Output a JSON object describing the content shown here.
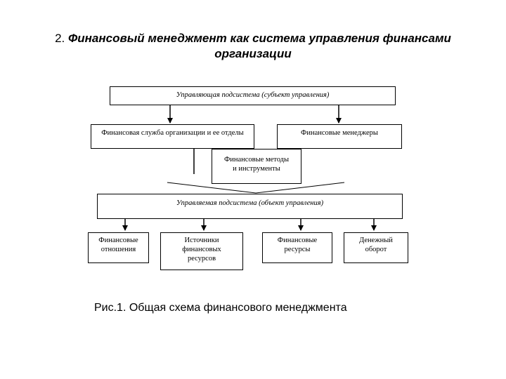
{
  "title": {
    "number": "2.",
    "line1": "Финансовый менеджмент как система управления финансами",
    "line2": "организации"
  },
  "diagram": {
    "control_subsystem": "Управляющая подсистема (субъект управления)",
    "finance_service": "Финансовая служба организации и ее отделы",
    "finance_managers": "Финансовые менеджеры",
    "methods_tools": "Финансовые методы и инструменты",
    "managed_subsystem": "Управляемая подсистема (объект управления)",
    "relations": "Финансовые отношения",
    "sources": "Источники финансовых ресурсов",
    "resources": "Финансовые ресурсы",
    "cash_flow": "Денежный оборот"
  },
  "caption": "Рис.1. Общая схема финансового менеджмента"
}
